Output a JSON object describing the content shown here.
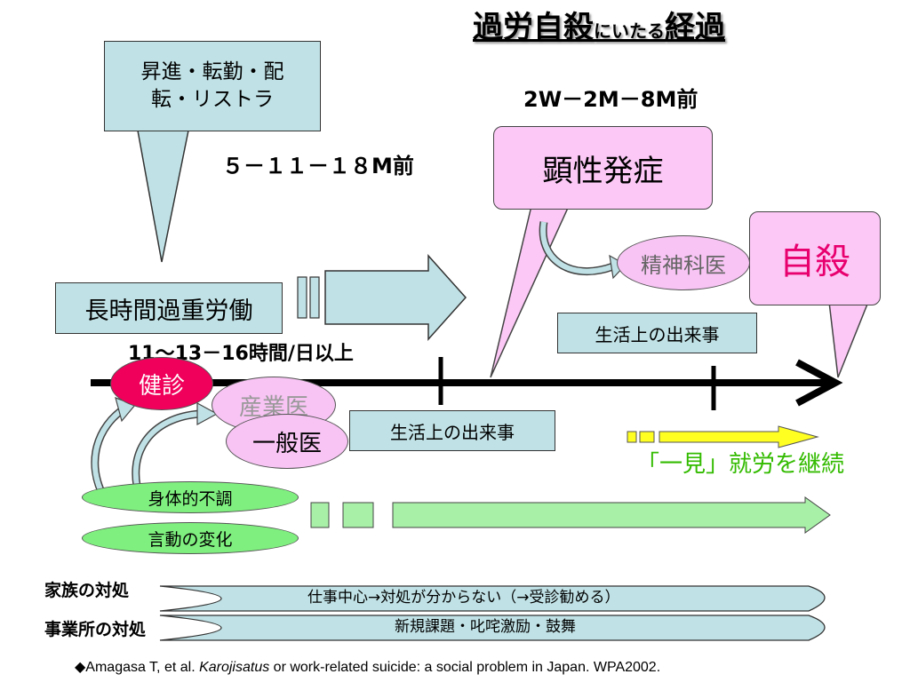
{
  "title": {
    "main_before": "過労自殺",
    "small": "にいたる",
    "main_after": "経過"
  },
  "bubbles": {
    "promotion": "昇進・転勤・配\n転・リストラ",
    "overt": "顕性発症",
    "suicide": "自殺"
  },
  "labels": {
    "period_5_18": "５－１１－１８M前",
    "period_2w_8m": "2W－2M－8M前",
    "long_hours": "長時間過重労働",
    "hours_per_day": "11～13－16時間/日以上",
    "life_event_upper": "生活上の出来事",
    "life_event_lower": "生活上の出来事",
    "keep_working": "「一見」就労を継続"
  },
  "ellipses": {
    "checkup": "健診",
    "occupational_doctor": "産業医",
    "general_doctor": "一般医",
    "psychiatrist": "精神科医",
    "physical_disorder": "身体的不調",
    "behavior_change": "言動の変化"
  },
  "responses": {
    "family_label": "家族の対処",
    "family_text": "仕事中心→対処が分からない（→受診勧める）",
    "workplace_label": "事業所の対処",
    "workplace_text": "新規課題・叱咤激励・鼓舞"
  },
  "footer": {
    "prefix": "◆Amagasa T, et al. ",
    "italic": "Karojisatus",
    "suffix": " or work-related suicide: a social problem in Japan. WPA2002."
  },
  "colors": {
    "bubble_blue": "#c0e2e6",
    "bubble_pink": "#fcc8f6",
    "suicide_text": "#e8006e",
    "checkup_red": "#f0005a",
    "doctor_pink": "#f8c4f4",
    "symptom_green": "#7ff07f",
    "keep_working_yellow": "#ffff22",
    "keep_working_text": "#33bb00"
  }
}
